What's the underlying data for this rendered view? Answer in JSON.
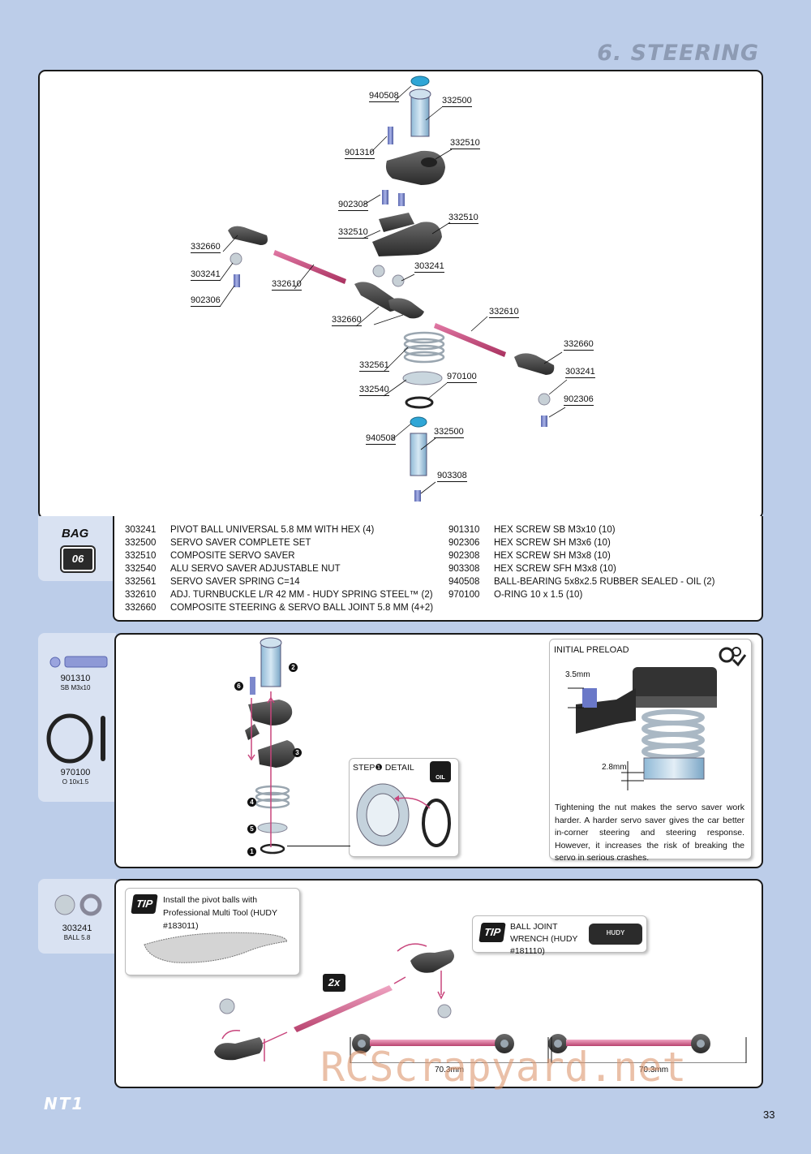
{
  "header": {
    "section_title": "6. STEERING"
  },
  "diagram_labels": [
    {
      "id": "l1",
      "text": "940508"
    },
    {
      "id": "l2",
      "text": "332500"
    },
    {
      "id": "l3",
      "text": "901310"
    },
    {
      "id": "l4",
      "text": "332510"
    },
    {
      "id": "l5",
      "text": "902308"
    },
    {
      "id": "l6",
      "text": "332510"
    },
    {
      "id": "l7",
      "text": "332510"
    },
    {
      "id": "l8",
      "text": "332660"
    },
    {
      "id": "l9",
      "text": "303241"
    },
    {
      "id": "l10",
      "text": "303241"
    },
    {
      "id": "l11",
      "text": "332610"
    },
    {
      "id": "l12",
      "text": "902306"
    },
    {
      "id": "l13",
      "text": "332660"
    },
    {
      "id": "l14",
      "text": "332610"
    },
    {
      "id": "l15",
      "text": "332660"
    },
    {
      "id": "l16",
      "text": "332561"
    },
    {
      "id": "l17",
      "text": "303241"
    },
    {
      "id": "l18",
      "text": "970100"
    },
    {
      "id": "l19",
      "text": "332540"
    },
    {
      "id": "l20",
      "text": "902306"
    },
    {
      "id": "l21",
      "text": "940508"
    },
    {
      "id": "l22",
      "text": "332500"
    },
    {
      "id": "l23",
      "text": "903308"
    }
  ],
  "bag": {
    "label": "BAG",
    "number": "06"
  },
  "parts_left": [
    {
      "code": "303241",
      "desc": "PIVOT BALL UNIVERSAL 5.8 MM WITH HEX (4)"
    },
    {
      "code": "332500",
      "desc": "SERVO SAVER COMPLETE SET"
    },
    {
      "code": "332510",
      "desc": "COMPOSITE SERVO SAVER"
    },
    {
      "code": "332540",
      "desc": "ALU SERVO SAVER ADJUSTABLE NUT"
    },
    {
      "code": "332561",
      "desc": "SERVO SAVER SPRING C=14"
    },
    {
      "code": "332610",
      "desc": "ADJ. TURNBUCKLE L/R 42 MM - HUDY SPRING STEEL™ (2)"
    },
    {
      "code": "332660",
      "desc": "COMPOSITE STEERING & SERVO BALL JOINT 5.8 MM (4+2)"
    }
  ],
  "parts_right": [
    {
      "code": "901310",
      "desc": "HEX SCREW SB M3x10  (10)"
    },
    {
      "code": "902306",
      "desc": "HEX SCREW SH M3x6  (10)"
    },
    {
      "code": "902308",
      "desc": "HEX SCREW SH M3x8  (10)"
    },
    {
      "code": "903308",
      "desc": "HEX SCREW SFH M3x8  (10)"
    },
    {
      "code": "940508",
      "desc": "BALL-BEARING 5x8x2.5 RUBBER SEALED - OIL (2)"
    },
    {
      "code": "970100",
      "desc": "O-RING 10 x 1.5  (10)"
    }
  ],
  "side2": [
    {
      "code": "901310",
      "sub": "SB M3x10"
    },
    {
      "code": "970100",
      "sub": "O 10x1.5"
    }
  ],
  "side3": {
    "code": "303241",
    "sub": "BALL 5.8"
  },
  "step_numbers": [
    "2",
    "6",
    "3",
    "4",
    "5",
    "1"
  ],
  "step_detail": {
    "title": "STEP❶ DETAIL",
    "oil": "OIL"
  },
  "preload": {
    "title": "INITIAL PRELOAD",
    "dim1": "3.5mm",
    "dim2": "2.8mm",
    "caption": "Tightening the nut makes the servo saver work harder. A harder servo saver gives the car better in-corner steering and steering response. However, it increases the risk of breaking the servo in serious crashes."
  },
  "tip1": {
    "badge": "TIP",
    "text": "Install the pivot balls with Professional Multi Tool (HUDY #183011)"
  },
  "tip2": {
    "badge": "TIP",
    "text": "BALL JOINT WRENCH (HUDY #181110)",
    "tool_text": "HUDY"
  },
  "multiplier": "2x",
  "dimensions": [
    "70.3mm",
    "70.3mm"
  ],
  "footer": {
    "logo": "NT1",
    "page": "33",
    "watermark": "RCScrapyard.net"
  },
  "colors": {
    "background": "#bccde9",
    "accent_pink": "#c8457c",
    "part_blue": "#6ba8d6"
  }
}
